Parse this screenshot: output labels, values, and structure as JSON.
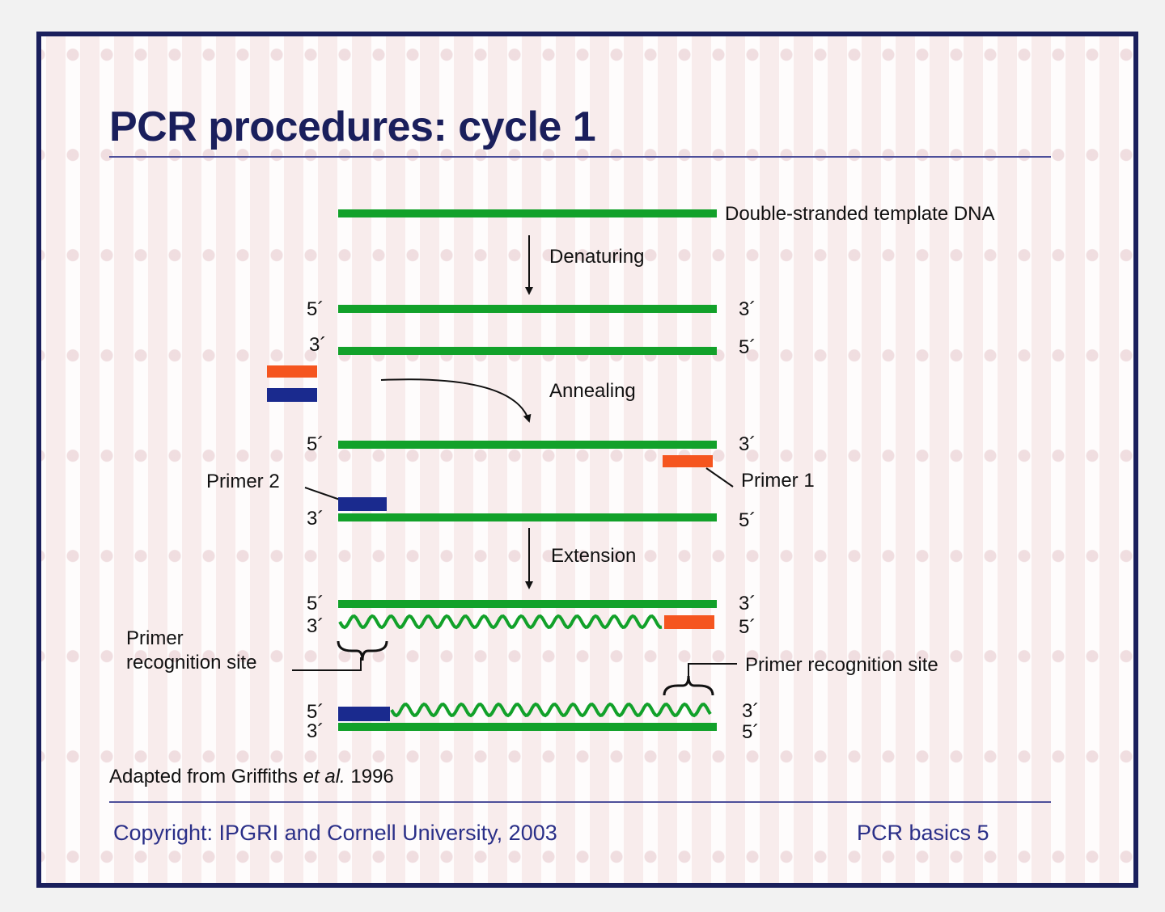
{
  "slide": {
    "title": "PCR procedures: cycle 1",
    "credit": {
      "prefix": "Adapted from Griffiths ",
      "italic": "et al.",
      "suffix": " 1996"
    },
    "footer": {
      "copyright": "Copyright: IPGRI and Cornell University, 2003",
      "page": "PCR basics 5"
    }
  },
  "diagram": {
    "template_label": "Double-stranded template DNA",
    "steps": {
      "denaturing": "Denaturing",
      "annealing": "Annealing",
      "extension": "Extension"
    },
    "primer_1": "Primer 1",
    "primer_2": "Primer 2",
    "primer_site_left": [
      "Primer",
      "recognition site"
    ],
    "primer_site_right": "Primer recognition site",
    "end_5": "5´",
    "end_3": "3´",
    "colors": {
      "strand": "#12a12a",
      "primer_1": "#f5551f",
      "primer_2": "#1a2a8e"
    }
  }
}
